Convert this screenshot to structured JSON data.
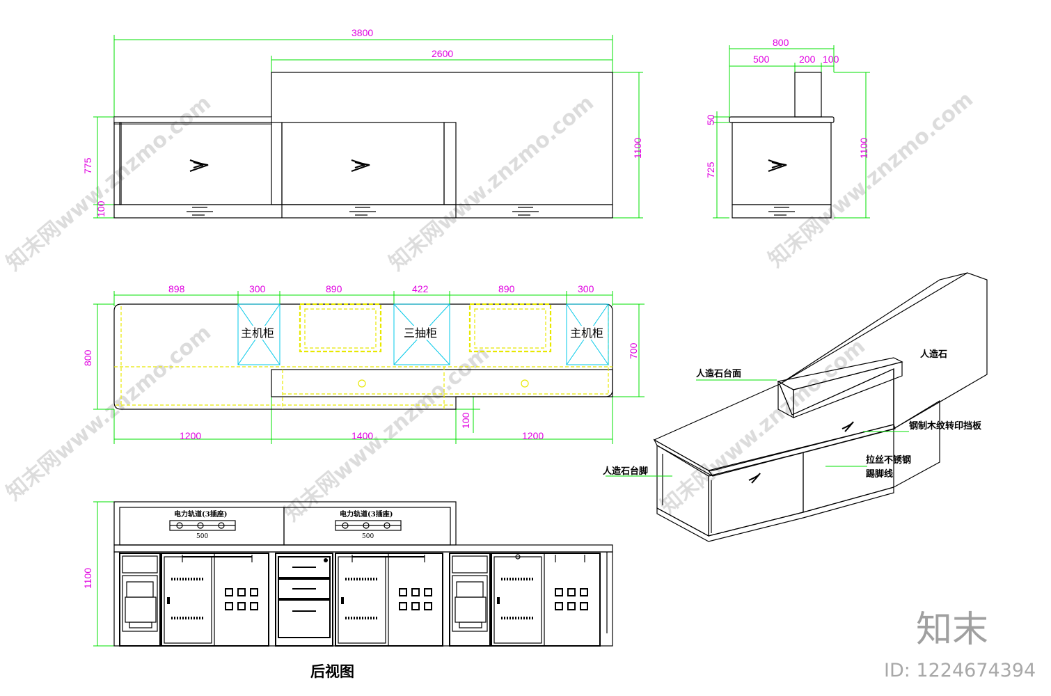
{
  "front": {
    "dim_overall": "3800",
    "dim_top": "2600",
    "dim_left_h": "775",
    "dim_left_base": "100",
    "dim_right_h": "1100"
  },
  "side": {
    "dim_total": "800",
    "dim_a": "500",
    "dim_b": "200",
    "dim_c": "100",
    "dim_top": "50",
    "dim_mid": "725",
    "dim_right": "1100"
  },
  "plan": {
    "top_dims": [
      "898",
      "300",
      "890",
      "422",
      "890",
      "300"
    ],
    "bottom_dims": [
      "1200",
      "1400",
      "1200"
    ],
    "left_dim": "800",
    "right_dim": "700",
    "step_dim": "100",
    "cabinets": [
      "主机柜",
      "三抽柜",
      "主机柜"
    ]
  },
  "iso": {
    "labels": [
      "人造石",
      "人造石台面",
      "钢制木纹转印挡板",
      "拉丝不锈钢",
      "踢脚线",
      "人造石台脚"
    ]
  },
  "rear": {
    "dim_h": "1100",
    "rails": [
      {
        "label": "电力轨道(3插座)",
        "dim": "500"
      },
      {
        "label": "电力轨道(3插座)",
        "dim": "500"
      }
    ],
    "title": "后视图"
  },
  "watermark": {
    "text": "知末网www.znzmo.com",
    "brand": "知末",
    "id": "ID: 1224674394"
  },
  "colors": {
    "dimension": "#e000e0",
    "extension": "#00e000",
    "cabinet": "#00c8e8",
    "drawer": "#e8e800"
  }
}
